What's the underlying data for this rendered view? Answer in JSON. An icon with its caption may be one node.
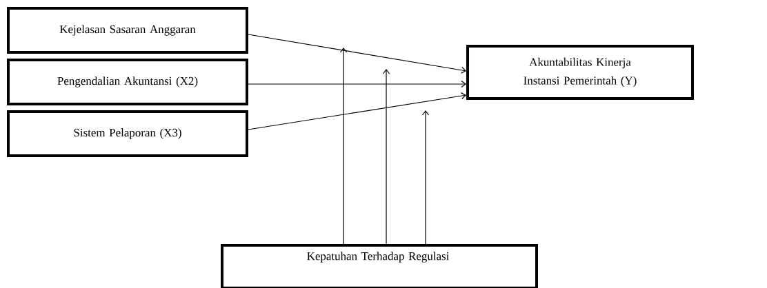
{
  "diagram": {
    "nodes": [
      {
        "text": [
          "Kejelasan Sasaran Anggaran"
        ]
      },
      {
        "text": [
          "Pengendalian Akuntansi (X2)"
        ]
      },
      {
        "text": [
          "Sistem Pelaporan (X3)"
        ]
      },
      {
        "text": [
          "Akuntabilitas Kinerja Instansi Pemerintah (Y)"
        ]
      },
      {
        "text": [
          "Kepatuhan Terhadap Regulasi"
        ]
      }
    ],
    "edges": [
      {
        "from": 0,
        "to": 3,
        "arrow": "to"
      },
      {
        "from": 1,
        "to": 3,
        "arrow": "to"
      },
      {
        "from": 2,
        "to": 3,
        "arrow": "to"
      },
      {
        "from": 4,
        "to": null,
        "arrow": "to"
      },
      {
        "from": 4,
        "to": null,
        "arrow": "to"
      },
      {
        "from": 4,
        "to": null,
        "arrow": "to"
      }
    ]
  }
}
